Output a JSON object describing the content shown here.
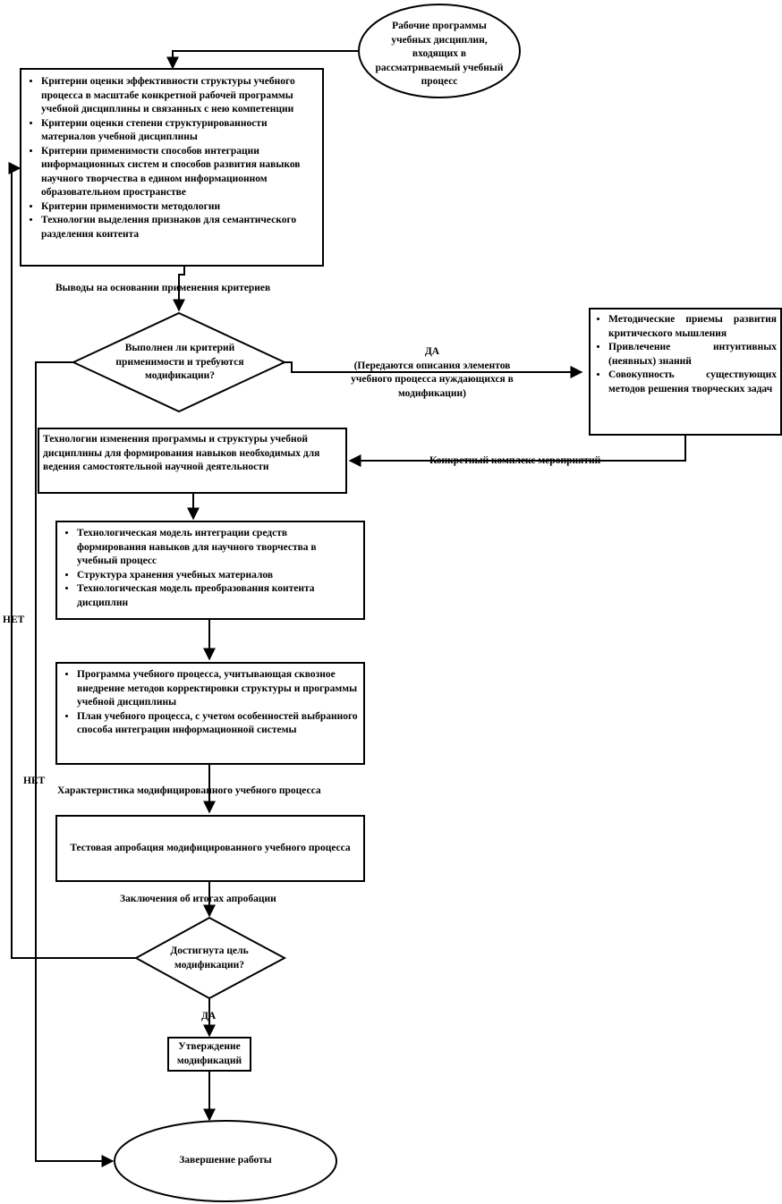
{
  "start_oval": "Рабочие программы учебных дисциплин, входящих в рассматриваемый учебный процесс",
  "criteria_box": {
    "items": [
      "Критерии оценки эффективности структуры учебного процесса в масштабе конкретной рабочей программы учебной дисциплины и связанных с нею компетенции",
      "Критерии оценки степени структурированности материалов учебной дисциплины",
      "Критерии применимости способов интеграции информационных систем и способов развития навыков научного творчества в едином информационном образовательном пространстве",
      "Критерии применимости методологии",
      "Технологии выделения признаков для семантического разделения контента"
    ]
  },
  "label_conclusions": "Выводы на основании применения критериев",
  "decision1": "Выполнен ли критерий применимости и требуются модификации?",
  "yes_label_1": "ДА\n(Передаются описания элементов учебного процесса нуждающихся в модификации)",
  "methods_box": {
    "items": [
      "Методические приемы развития критического мышления",
      "Привлечение интуитивных (неявных) знаний",
      "Совокупность существующих методов решения творческих задач"
    ]
  },
  "label_complex": "Конкретный комплекс мероприятий",
  "tech_change_box": "Технологии изменения программы и структуры учебной дисциплины для формирования навыков необходимых для ведения самостоятельной научной деятельности",
  "models_box": {
    "items": [
      "Технологическая модель интеграции средств формирования навыков для научного творчества в учебный процесс",
      "Структура хранения учебных материалов",
      "Технологическая модель преобразования контента дисциплин"
    ]
  },
  "program_box": {
    "items": [
      "Программа учебного процесса, учитывающая сквозное внедрение методов корректировки структуры и программы учебной дисциплины",
      "План учебного процесса, с учетом особенностей выбранного способа интеграции информационной системы"
    ]
  },
  "label_characteristic": "Характеристика модифицированного учебного процесса",
  "test_box": "Тестовая  апробация модифицированного учебного процесса",
  "label_results": "Заключения об итогах апробации",
  "decision2": "Достигнута цель модификации?",
  "yes_label_2": "ДА",
  "approve_box": "Утверждение модификаций",
  "end_oval": "Завершение работы",
  "no_label_left": "НЕТ",
  "no_label_right": "НЕТ"
}
